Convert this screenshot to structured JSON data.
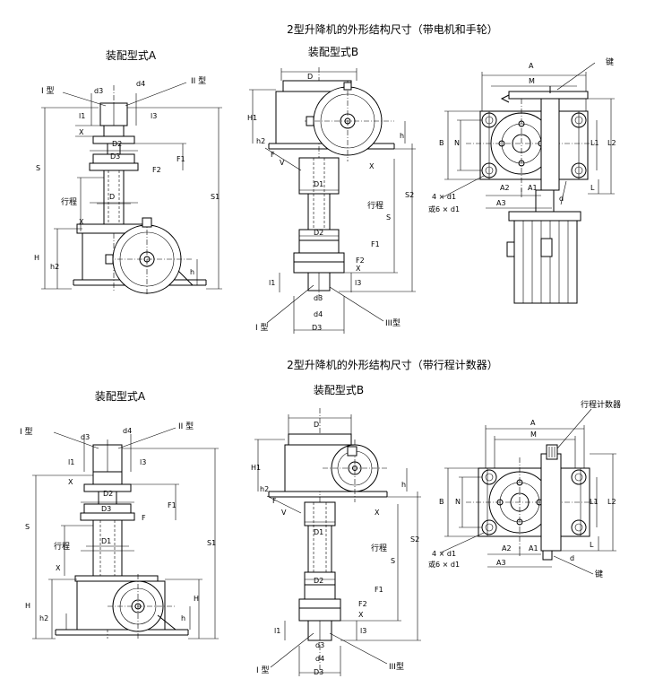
{
  "headings": {
    "motor": "2型升降机的外形结构尺寸（带电机和手轮）",
    "counter": "2型升降机的外形结构尺寸（带行程计数器）"
  },
  "subtitles": {
    "a": "装配型式A",
    "b": "装配型式B"
  },
  "labels": {
    "type1": "I 型",
    "type2": "II 型",
    "type3": "III型",
    "travel": "行程",
    "key": "键",
    "counter_device": "行程计数器",
    "holes": "4 × d1",
    "holes_alt": "或6 × d1",
    "d": "D",
    "d1": "D1",
    "d2": "D2",
    "d3": "D3",
    "d_small": "d",
    "d3_small": "d3",
    "d4_small": "d4",
    "s": "S",
    "s1": "S1",
    "s2": "S2",
    "h": "H",
    "h_small": "h",
    "h1": "H1",
    "h2": "h2",
    "x": "X",
    "f": "F",
    "f1": "F1",
    "f2": "F2",
    "l": "L",
    "l1": "L1",
    "l2": "L2",
    "l3": "l3",
    "l1s": "l1",
    "a": "A",
    "a1": "A1",
    "a2": "A2",
    "a3": "A3",
    "m": "M",
    "b": "B",
    "n": "N",
    "v": "V"
  }
}
